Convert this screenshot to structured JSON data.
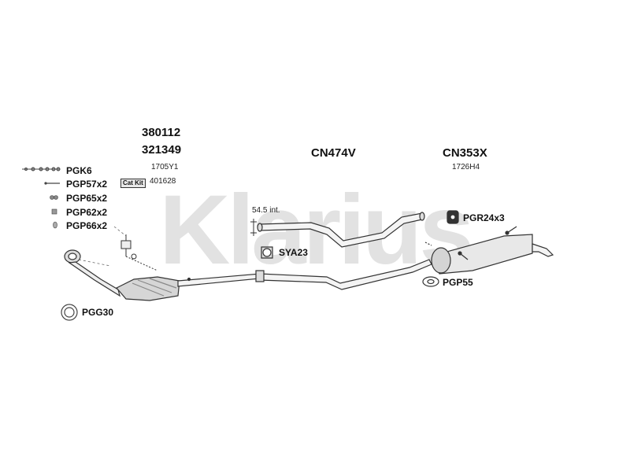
{
  "watermark": {
    "text": "Klarius",
    "color": "#e2e2e2"
  },
  "front_section": {
    "code_1": "380112",
    "code_2": "321349",
    "sub_code": "1705Y1"
  },
  "middle_section": {
    "code": "CN474V"
  },
  "rear_section": {
    "code": "CN353X",
    "sub_code": "1726H4"
  },
  "cat_kit": {
    "badge": "Cat Kit",
    "code": "401628"
  },
  "parts_list": [
    {
      "code": "PGK6"
    },
    {
      "code": "PGP57x2"
    },
    {
      "code": "PGP65x2"
    },
    {
      "code": "PGP62x2"
    },
    {
      "code": "PGP66x2"
    }
  ],
  "gasket_front": {
    "code": "PGG30"
  },
  "clamp": {
    "code": "SYA23"
  },
  "rubber_mount": {
    "code": "PGR24x3"
  },
  "rear_clamp": {
    "code": "PGP55"
  },
  "dimension_note": "54.5 int."
}
